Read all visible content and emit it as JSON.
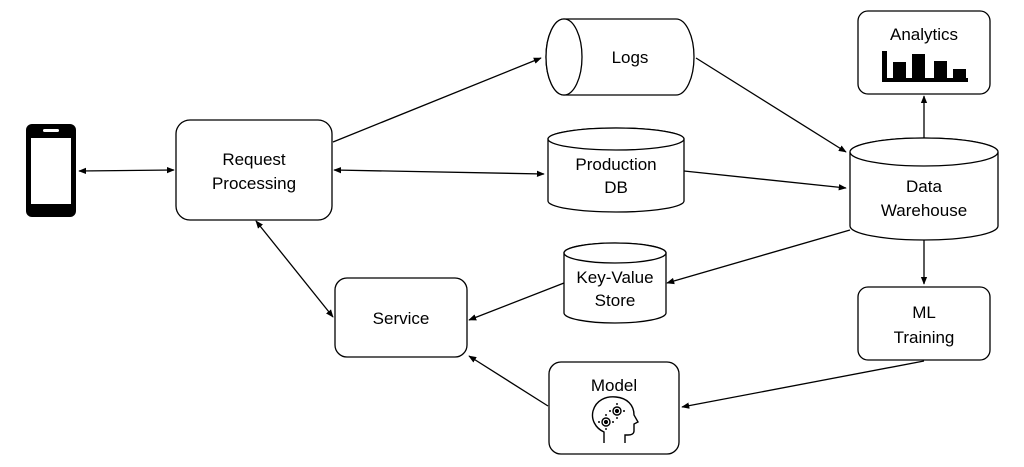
{
  "nodes": {
    "phone": {
      "icon": "smartphone-icon"
    },
    "request_processing": {
      "label_line1": "Request",
      "label_line2": "Processing"
    },
    "logs": {
      "label": "Logs"
    },
    "production_db": {
      "label_line1": "Production",
      "label_line2": "DB"
    },
    "analytics": {
      "label": "Analytics",
      "icon": "bar-chart-icon"
    },
    "data_warehouse": {
      "label_line1": "Data",
      "label_line2": "Warehouse"
    },
    "key_value_store": {
      "label_line1": "Key-Value",
      "label_line2": "Store"
    },
    "service": {
      "label": "Service"
    },
    "ml_training": {
      "label_line1": "ML",
      "label_line2": "Training"
    },
    "model": {
      "label": "Model",
      "icon": "head-gears-icon"
    }
  },
  "edges": [
    {
      "from": "phone",
      "to": "request_processing",
      "direction": "both"
    },
    {
      "from": "request_processing",
      "to": "logs",
      "direction": "forward"
    },
    {
      "from": "request_processing",
      "to": "production_db",
      "direction": "both"
    },
    {
      "from": "request_processing",
      "to": "service",
      "direction": "both"
    },
    {
      "from": "logs",
      "to": "data_warehouse",
      "direction": "forward"
    },
    {
      "from": "production_db",
      "to": "data_warehouse",
      "direction": "forward"
    },
    {
      "from": "data_warehouse",
      "to": "analytics",
      "direction": "forward"
    },
    {
      "from": "data_warehouse",
      "to": "key_value_store",
      "direction": "forward"
    },
    {
      "from": "data_warehouse",
      "to": "ml_training",
      "direction": "forward"
    },
    {
      "from": "key_value_store",
      "to": "service",
      "direction": "forward"
    },
    {
      "from": "ml_training",
      "to": "model",
      "direction": "forward"
    },
    {
      "from": "model",
      "to": "service",
      "direction": "forward"
    }
  ]
}
